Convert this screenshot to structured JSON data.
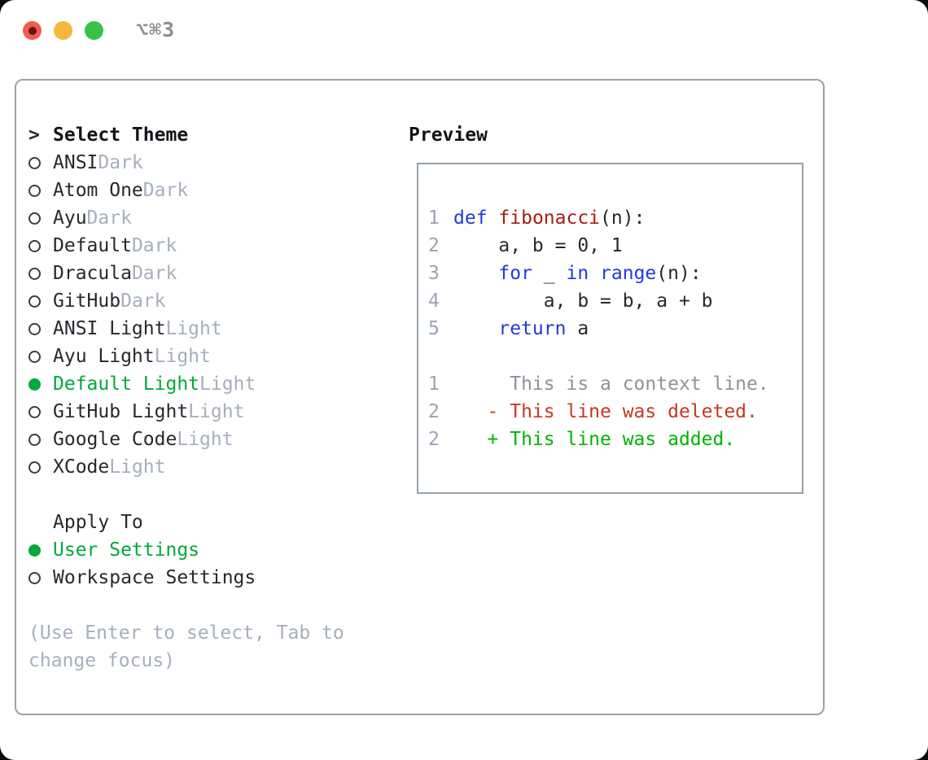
{
  "window": {
    "shortcut_label": "⌥⌘3",
    "traffic_lights": [
      "close",
      "minimize",
      "zoom"
    ]
  },
  "colors": {
    "selected_green": "#00a93c",
    "added_green": "#00b400",
    "deleted_red": "#c23a22",
    "keyword_blue": "#2438dd",
    "function_red": "#a61d13",
    "dim_gray": "#a6afbc",
    "border_gray": "#98a2ad",
    "traffic_red": "#f15c50",
    "traffic_yellow": "#f6b73d",
    "traffic_green": "#38c24a"
  },
  "theme_panel": {
    "header": {
      "marker": ">",
      "label": "Select Theme"
    },
    "themes": [
      {
        "name": "ANSI",
        "variant": "Dark",
        "selected": false
      },
      {
        "name": "Atom One",
        "variant": "Dark",
        "selected": false
      },
      {
        "name": "Ayu",
        "variant": "Dark",
        "selected": false
      },
      {
        "name": "Default",
        "variant": "Dark",
        "selected": false
      },
      {
        "name": "Dracula",
        "variant": "Dark",
        "selected": false
      },
      {
        "name": "GitHub",
        "variant": "Dark",
        "selected": false
      },
      {
        "name": "ANSI Light",
        "variant": "Light",
        "selected": false
      },
      {
        "name": "Ayu Light",
        "variant": "Light",
        "selected": false
      },
      {
        "name": "Default Light",
        "variant": "Light",
        "selected": true
      },
      {
        "name": "GitHub Light",
        "variant": "Light",
        "selected": false
      },
      {
        "name": "Google Code",
        "variant": "Light",
        "selected": false
      },
      {
        "name": "XCode",
        "variant": "Light",
        "selected": false
      }
    ],
    "apply_to": {
      "label": "Apply To",
      "options": [
        {
          "name": "User Settings",
          "selected": true
        },
        {
          "name": "Workspace Settings",
          "selected": false
        }
      ]
    },
    "hint_lines": [
      "(Use Enter to select, Tab to",
      "change focus)"
    ]
  },
  "preview": {
    "title": "Preview",
    "code_lines": [
      {
        "num": "1",
        "tokens": [
          {
            "t": "def",
            "c": "kw"
          },
          {
            "t": " ",
            "c": "pl"
          },
          {
            "t": "fibonacci",
            "c": "fn"
          },
          {
            "t": "(n):",
            "c": "pl"
          }
        ]
      },
      {
        "num": "2",
        "tokens": [
          {
            "t": "    a, b = 0, 1",
            "c": "pl"
          }
        ]
      },
      {
        "num": "3",
        "tokens": [
          {
            "t": "    ",
            "c": "pl"
          },
          {
            "t": "for",
            "c": "kw"
          },
          {
            "t": " _ ",
            "c": "pl"
          },
          {
            "t": "in",
            "c": "kw"
          },
          {
            "t": " ",
            "c": "pl"
          },
          {
            "t": "range",
            "c": "kw"
          },
          {
            "t": "(n):",
            "c": "pl"
          }
        ]
      },
      {
        "num": "4",
        "tokens": [
          {
            "t": "        a, b = b, a + b",
            "c": "pl"
          }
        ]
      },
      {
        "num": "5",
        "tokens": [
          {
            "t": "    ",
            "c": "pl"
          },
          {
            "t": "return",
            "c": "kw"
          },
          {
            "t": " a",
            "c": "pl"
          }
        ]
      }
    ],
    "diff_lines": [
      {
        "num": "1",
        "kind": "context",
        "text": "     This is a context line."
      },
      {
        "num": "2",
        "kind": "deleted",
        "text": "   - This line was deleted."
      },
      {
        "num": "2",
        "kind": "added",
        "text": "   + This line was added."
      }
    ]
  }
}
